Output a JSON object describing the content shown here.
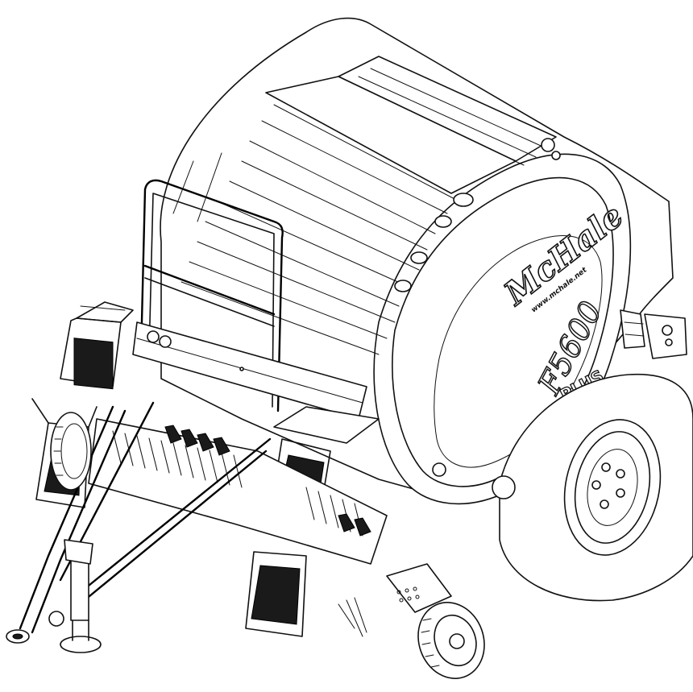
{
  "machine": {
    "brand": "McHale",
    "website": "www.mchale.net",
    "model": "F5600",
    "model_suffix": "PLUS"
  }
}
